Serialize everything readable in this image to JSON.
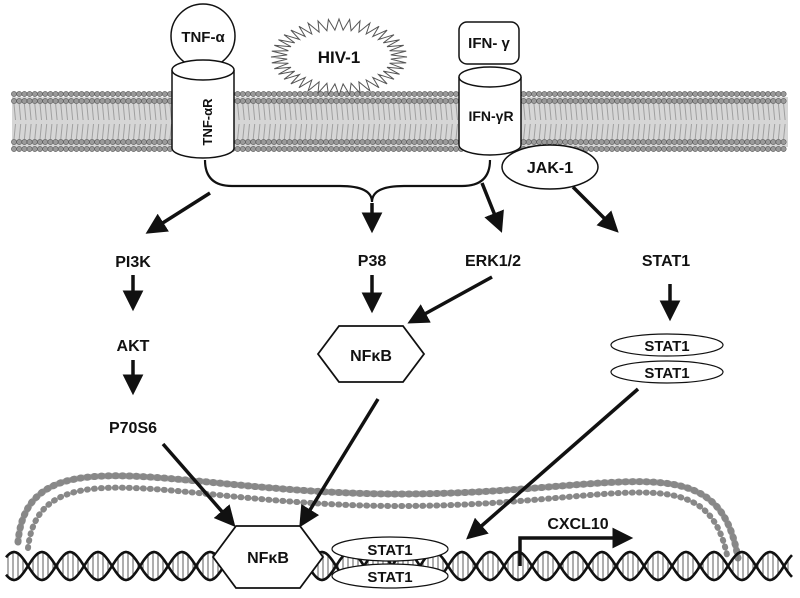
{
  "ligands": {
    "tnf": "TNF-α",
    "hiv": "HIV-1",
    "ifn": "IFN- γ"
  },
  "receptors": {
    "tnf_r": "TNF-αR",
    "ifn_r": "IFN-γR",
    "jak": "JAK-1"
  },
  "pathway": {
    "pi3k": "PI3K",
    "akt": "AKT",
    "p70s6": "P70S6",
    "p38": "P38",
    "erk": "ERK1/2",
    "stat1": "STAT1",
    "nfkb_cytoplasm": "NFκB",
    "stat1_dimer_top": "STAT1",
    "stat1_dimer_bottom": "STAT1"
  },
  "nucleus": {
    "nfkb": "NFκB",
    "stat1_top": "STAT1",
    "stat1_bottom": "STAT1",
    "gene": "CXCL10"
  },
  "colors": {
    "ink": "#111111",
    "membrane": "#8a8a8a",
    "background": "#ffffff"
  }
}
